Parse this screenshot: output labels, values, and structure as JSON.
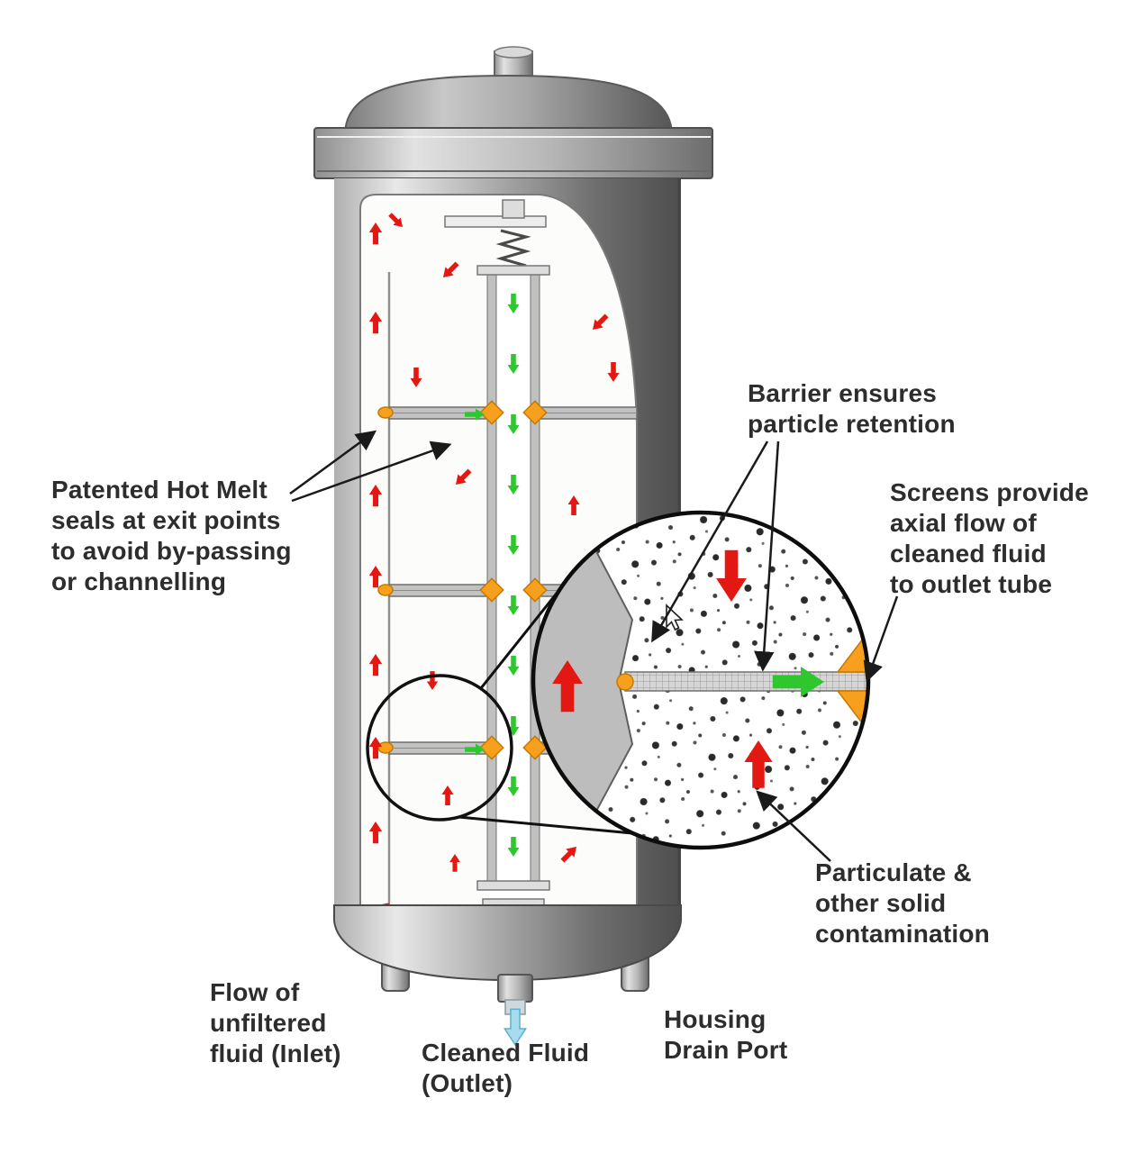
{
  "labels": {
    "patented": "Patented Hot Melt\nseals at exit points\nto avoid by-passing\nor channelling",
    "barrier": "Barrier ensures\nparticle retention",
    "screens": "Screens provide\naxial flow of\ncleaned fluid\nto outlet tube",
    "particulate": "Particulate &\nother solid\ncontamination",
    "flow_inlet": "Flow of\nunfiltered\nfluid (Inlet)",
    "cleaned_outlet": "Cleaned Fluid\n(Outlet)",
    "drain_port": "Housing\nDrain Port"
  },
  "colors": {
    "unfiltered_flow_arrow": "#e41812",
    "cleaned_flow_arrow": "#2ec82e",
    "hot_melt_seal": "#f7a01d",
    "outlet_flow_arrow": "#a6dcee",
    "annotation_line": "#1a1a1a",
    "label_text": "#2d2d2d",
    "housing_metal": "#a8a8a8"
  },
  "icons": {
    "cursor": "pointer-arrow-icon"
  }
}
